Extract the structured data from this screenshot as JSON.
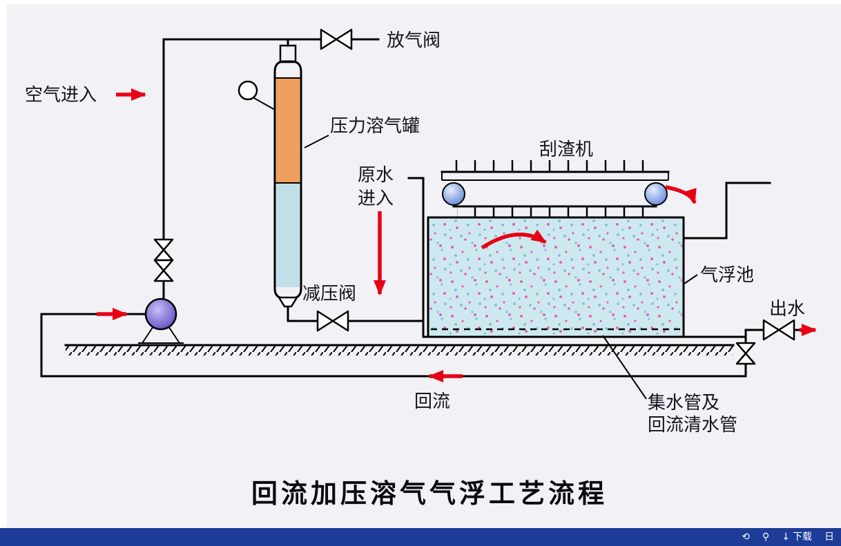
{
  "page": {
    "canvas_bg": "#f2f1f5",
    "frame_bg": "#ffffff"
  },
  "diagram": {
    "title": "回流加压溶气气浮工艺流程",
    "labels": {
      "air_release_valve": "放气阀",
      "air_inlet": "空气进入",
      "pressure_tank": "压力溶气罐",
      "raw_water_l1": "原水",
      "raw_water_l2": "进入",
      "scraper": "刮渣机",
      "reducing_valve": "减压阀",
      "flotation_pool": "气浮池",
      "outlet": "出水",
      "recycle": "回流",
      "collector_l1": "集水管及",
      "collector_l2": "回流清水管"
    },
    "colors": {
      "line": "#000000",
      "arrow": "#e60014",
      "tank_orange": "#efa05e",
      "tank_water": "#c2dfe9",
      "pool_fill": "#cde9ef",
      "speck_pink": "#e75fb5",
      "speck_blue": "#8fbcd9",
      "pump_hi": "#cabdf6",
      "pump_lo": "#5a49c0",
      "wheel_hi": "#e4eefc",
      "wheel_lo": "#5d83d8"
    }
  },
  "toolbar": {
    "background": "#1d3c97",
    "rotate_icon": "⟲",
    "pin_icon": "⚲",
    "download_icon": "↓",
    "download_label": "下载",
    "edge_label": "日"
  }
}
